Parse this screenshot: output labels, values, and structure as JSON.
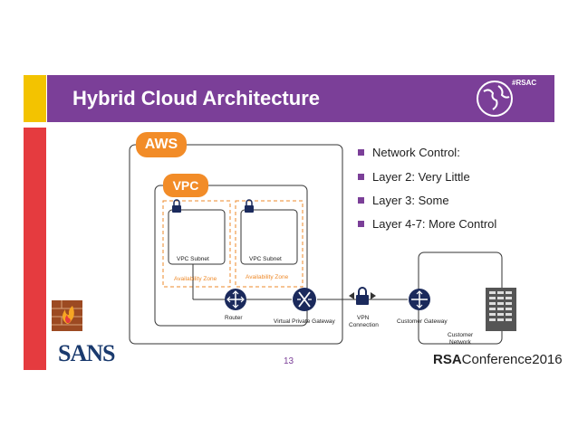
{
  "slide": {
    "title": "Hybrid Cloud Architecture",
    "hashtag": "#RSAC",
    "page_number": "13"
  },
  "bullets": [
    "Network Control:",
    "Layer 2: Very Little",
    "Layer 3: Some",
    "Layer 4-7: More Control"
  ],
  "diagram": {
    "aws_label": "AWS",
    "vpc_label": "VPC",
    "subnet_left_label": "VPC Subnet",
    "subnet_right_label": "VPC Subnet",
    "az_left_label": "Availability Zone",
    "az_right_label": "Availability Zone",
    "router_label": "Router",
    "vpg_label": "Virtual Private Gateway",
    "vpn_label_line1": "VPN",
    "vpn_label_line2": "Connection",
    "customer_gateway_label": "Customer Gateway",
    "customer_network_line1": "Customer",
    "customer_network_line2": "Network"
  },
  "footer": {
    "sans_logo": "SANS",
    "rsa_brand": "RSA",
    "rsa_suffix": "Conference2016"
  },
  "colors": {
    "title_bar": "#7b3f98",
    "accent_yellow": "#f3c300",
    "accent_red": "#e53b3f",
    "aws_orange": "#f28c28",
    "device_navy": "#1b2a5c"
  }
}
